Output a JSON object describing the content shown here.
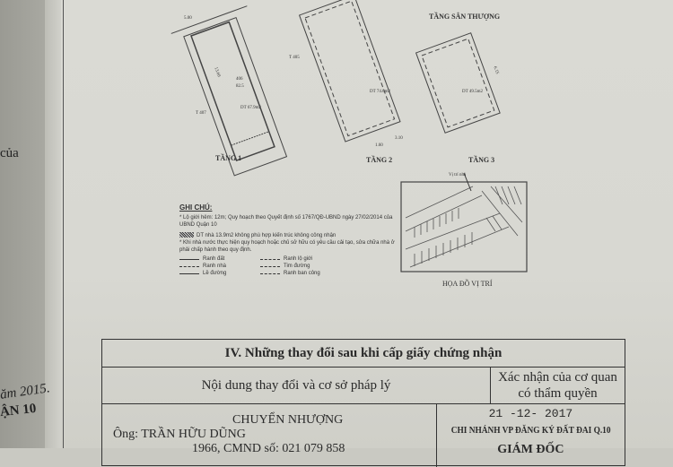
{
  "left_page": {
    "fragment_top": "của",
    "fragment_date": "ăm 2015.",
    "fragment_office": "ẬN 10"
  },
  "floor_plans": {
    "floors": [
      {
        "name": "TẦNG 1",
        "area": "DT 67.9m2",
        "lot": "406",
        "lot_area": "82.5"
      },
      {
        "name": "TẦNG 2",
        "area": "DT 74.0m2"
      },
      {
        "name": "TẦNG 3",
        "area": "DT 49.5m2"
      },
      {
        "name": "TẦNG SÂN THƯỢNG"
      }
    ],
    "neighbor_lots": [
      "T 405",
      "T 407"
    ],
    "dimensions": [
      "5.00",
      "13.60",
      "1.60",
      "3.10",
      "6.15"
    ]
  },
  "notes": {
    "title": "GHI CHÚ:",
    "line1": "* Lộ giới hẻm: 12m; Quy hoạch theo Quyết định số 1767/QĐ-UBND ngày 27/02/2014 của UBND Quận 10",
    "line2": "DT nhà 13.9m2 không phù hợp kiến trúc không công nhận",
    "line3": "* Khi nhà nước thực hiện quy hoạch hoặc chủ sở hữu có yêu cầu cải tạo, sửa chữa nhà ở phải chấp hành theo quy định.",
    "legend": [
      {
        "left": "Ranh đất",
        "right": "Ranh lộ giới"
      },
      {
        "left": "Ranh nhà",
        "right": "Tim đường"
      },
      {
        "left": "Lề đường",
        "right": "Ranh ban công"
      }
    ]
  },
  "location_map": {
    "marker": "Vị trí nhà",
    "title": "HỌA ĐỒ VỊ TRÍ"
  },
  "changes_table": {
    "title": "IV. Những thay đổi sau khi cấp giấy chứng nhận",
    "col1_header": "Nội dung thay đổi và cơ sở pháp lý",
    "col2_header_line1": "Xác nhận của cơ quan",
    "col2_header_line2": "có thẩm quyền",
    "entry": {
      "type": "CHUYỂN NHƯỢNG",
      "owner": "Ông: TRẦN HỮU DŨNG",
      "id_line": "1966, CMND số: 021 079 858",
      "date": "21 -12- 2017",
      "office": "CHI NHÁNH VP ĐĂNG KÝ ĐẤT ĐAI Q.10",
      "signer": "GIÁM ĐỐC"
    }
  }
}
